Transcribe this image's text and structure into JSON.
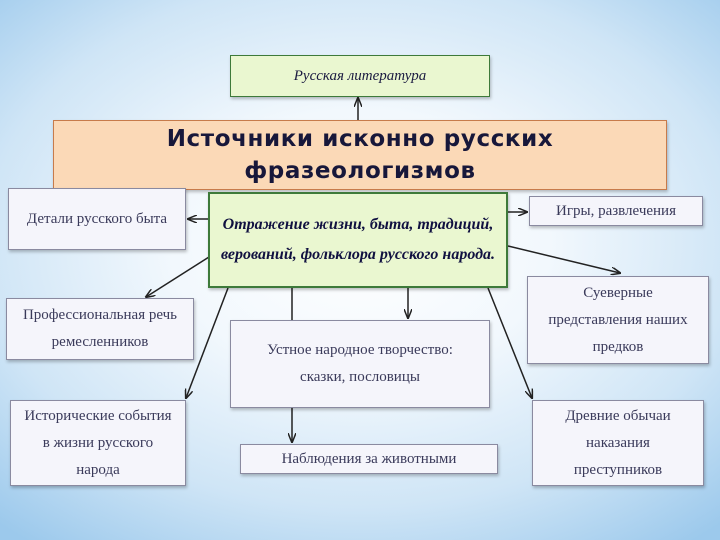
{
  "title": "Источники исконно русских фразеологизмов",
  "top": "Русская литература",
  "center": "Отражение жизни, быта, традиций, верований, фольклора русского народа.",
  "left": [
    "Детали русского быта",
    "Профессиональная речь ремесленников",
    "Исторические события в жизни русского народа"
  ],
  "right": [
    "Игры, развлечения",
    "Суеверные представления наших предков",
    "Древние обычаи наказания преступников"
  ],
  "bottom": [
    "Устное народное творчество: сказки, пословицы",
    "Наблюдения за животными"
  ]
}
